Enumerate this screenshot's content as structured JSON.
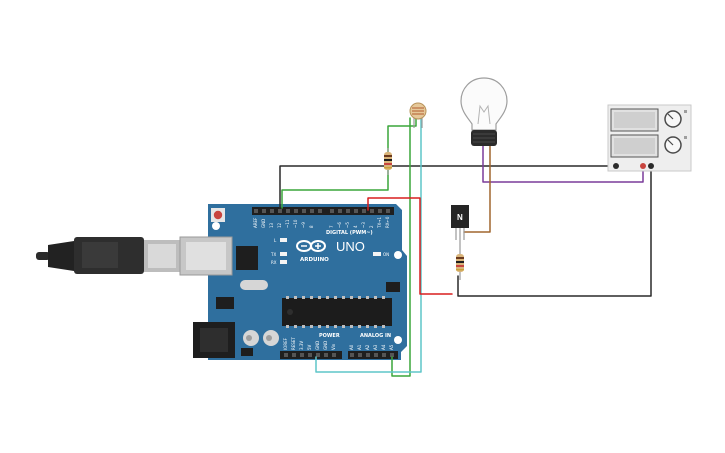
{
  "arduino": {
    "model": "UNO",
    "brand": "ARDUINO",
    "digital_header_label": "DIGITAL (PWM~)",
    "power_label": "POWER",
    "analog_label": "ANALOG IN",
    "on_led_label": "ON",
    "l_led_label": "L",
    "tx_label": "TX",
    "rx_label": "RX",
    "aref_label": "AREF",
    "gnd_label": "GND",
    "digital_pins": [
      "13",
      "12",
      "~11",
      "~10",
      "~9",
      "8",
      "7",
      "~6",
      "~5",
      "4",
      "~3",
      "2",
      "TX→1",
      "RX←0"
    ],
    "power_pins": [
      "IOREF",
      "RESET",
      "3.3V",
      "5V",
      "GND",
      "GND",
      "Vin"
    ],
    "analog_pins": [
      "A0",
      "A1",
      "A2",
      "A3",
      "A4",
      "A5"
    ]
  },
  "transistor": {
    "label": "N"
  },
  "components": {
    "usb_cable": "usb-cable",
    "photoresistor": "photoresistor",
    "light_bulb": "light-bulb",
    "power_supply": "power-supply",
    "resistors": 2
  },
  "colors": {
    "board": "#2f6f9e",
    "wire_red": "#d81e1e",
    "wire_black": "#2a2a2a",
    "wire_green": "#3aa63a",
    "wire_cyan": "#5ec5c9",
    "wire_purple": "#7a3b9a",
    "wire_brown": "#a0662e"
  }
}
